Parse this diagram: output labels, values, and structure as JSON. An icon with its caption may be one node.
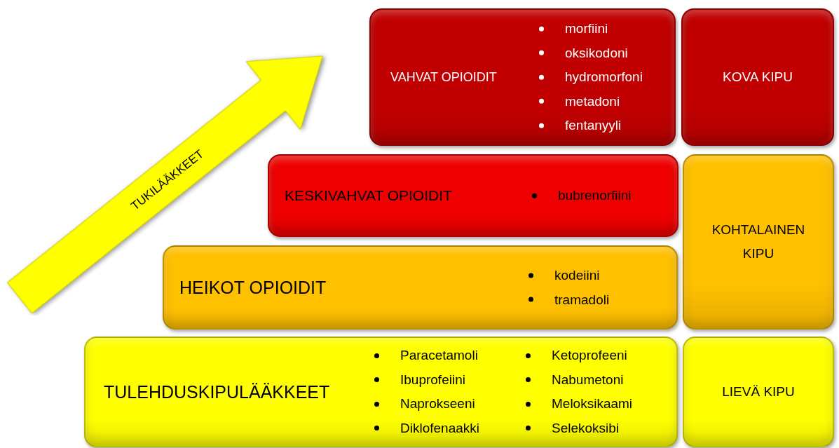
{
  "diagram": {
    "nodes": [
      {
        "text": [
          "TUKILÄÄKKEET"
        ]
      },
      {
        "text": [
          "VAHVAT OPIOIDIT",
          "morfiini",
          "oksikodoni",
          "hydromorfoni",
          "metadoni",
          "fentanyyli"
        ]
      },
      {
        "text": [
          "KOVA KIPU"
        ]
      },
      {
        "text": [
          "KESKIVAHVAT OPIOIDIT",
          "bubrenorfiini"
        ]
      },
      {
        "text": [
          "HEIKOT OPIOIDIT",
          "kodeiini",
          "tramadoli"
        ]
      },
      {
        "text": [
          "KOHTALAINEN KIPU"
        ]
      },
      {
        "text": [
          "TULEHDUSKIPULÄÄKKEET",
          "Paracetamoli",
          "Ibuprofeiini",
          "Naprokseeni",
          "Diklofenaakki",
          "Ketoprofeeni",
          "Nabumetoni",
          "Meloksikaami",
          "Selekoksibi"
        ]
      },
      {
        "text": [
          "LIEVÄ KIPU"
        ]
      }
    ],
    "edges": []
  }
}
